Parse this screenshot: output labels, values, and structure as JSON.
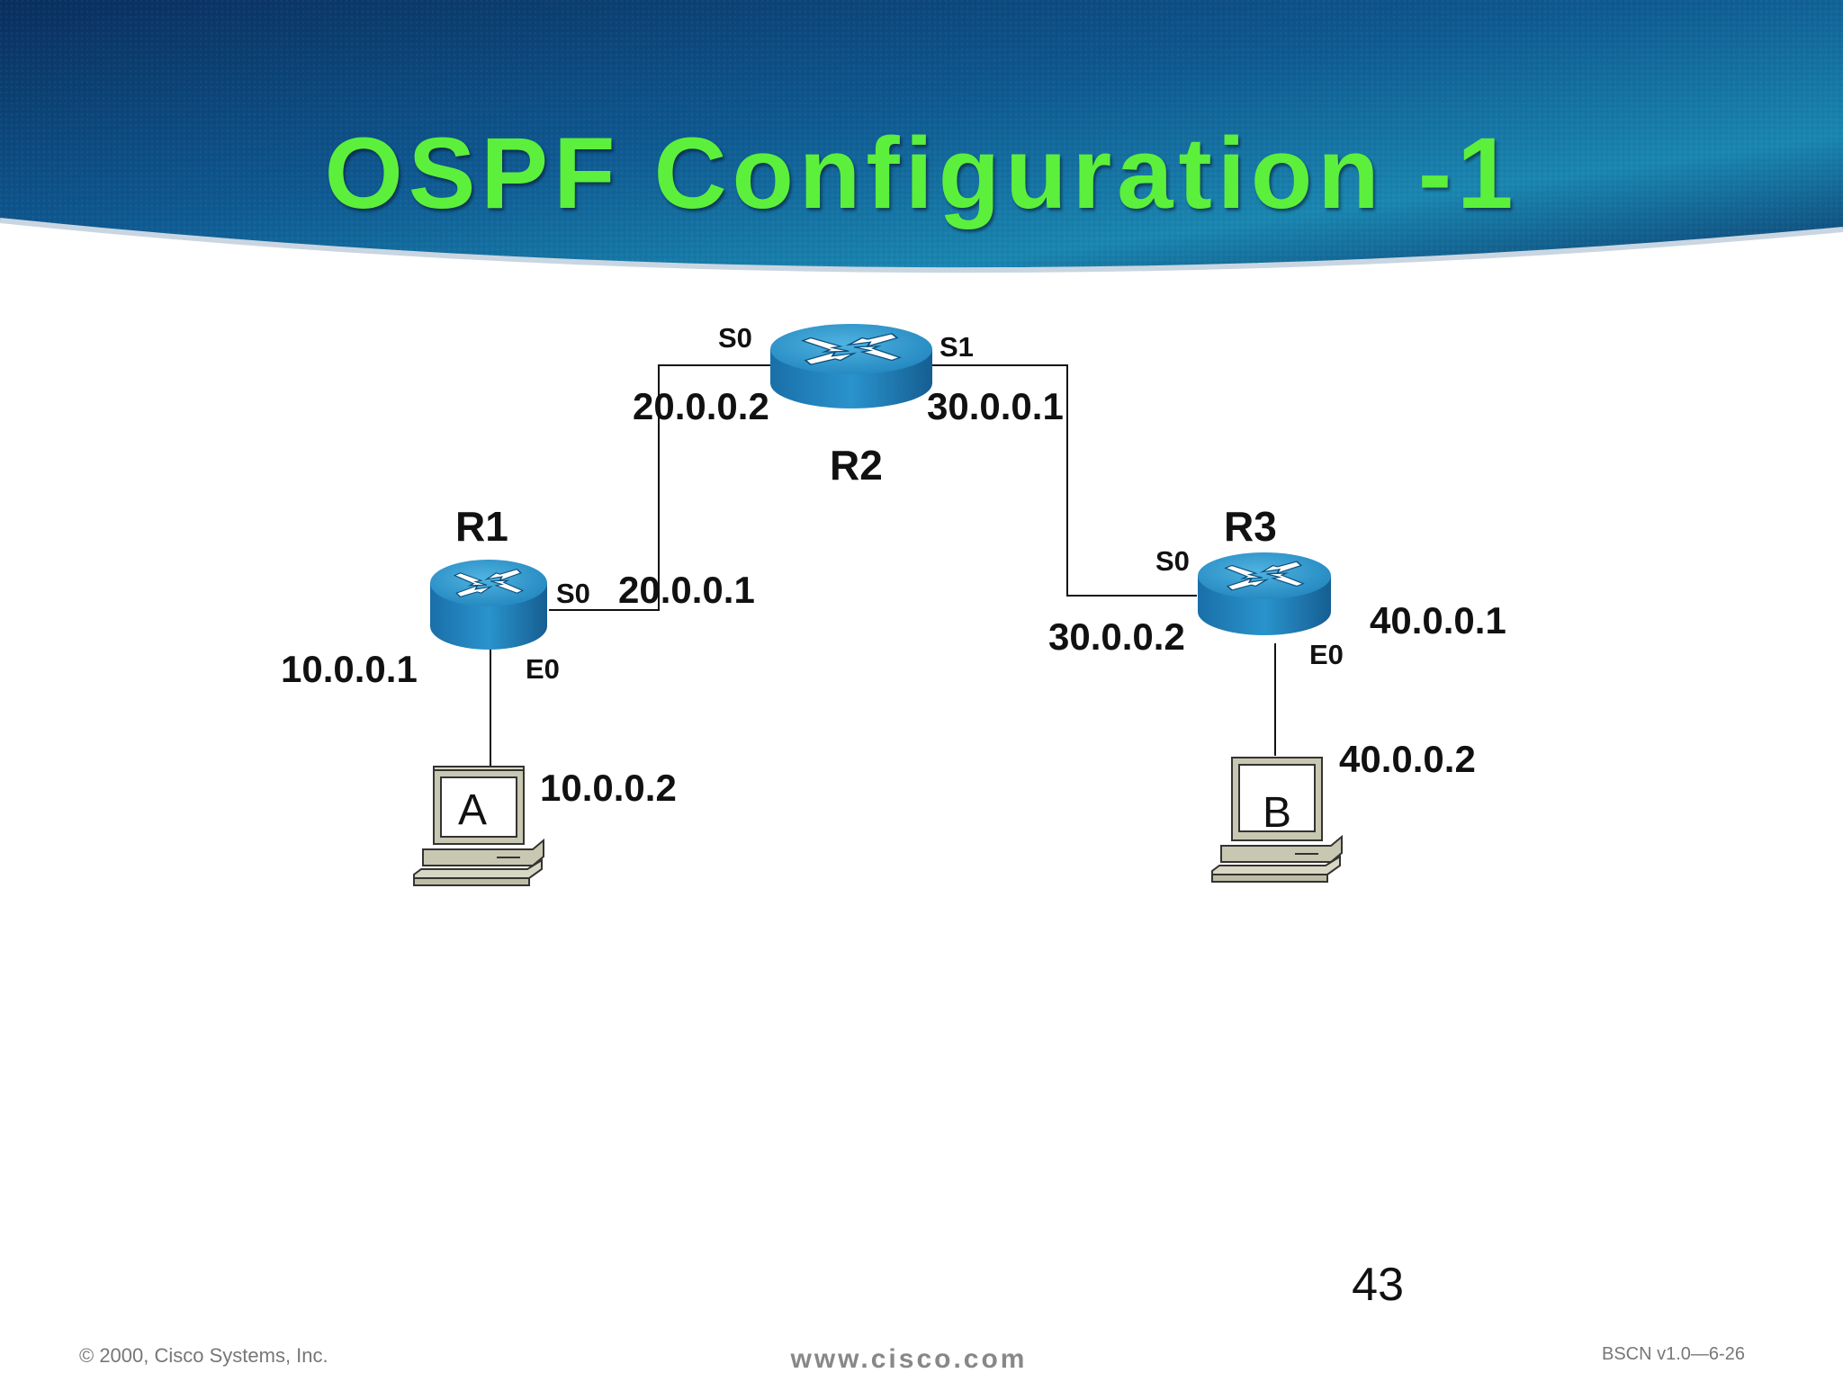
{
  "slide": {
    "title": "OSPF Configuration -1",
    "page_number": "43",
    "footer_left": "© 2000, Cisco Systems, Inc.",
    "footer_center": "www.cisco.com",
    "footer_right": "BSCN v1.0—6-26",
    "colors": {
      "title": "#5cf03c",
      "header": "#0e4e86",
      "router": "#2a8fc4"
    }
  },
  "routers": {
    "r1": {
      "name": "R1",
      "s0": "S0",
      "e0": "E0",
      "s0_ip": "20.0.0.1",
      "e0_ip": "10.0.0.1"
    },
    "r2": {
      "name": "R2",
      "s0": "S0",
      "s1": "S1",
      "s0_ip": "20.0.0.2",
      "s1_ip": "30.0.0.1"
    },
    "r3": {
      "name": "R3",
      "s0": "S0",
      "e0": "E0",
      "s0_ip": "30.0.0.2",
      "e0_ip": "40.0.0.1"
    }
  },
  "hosts": {
    "a": {
      "label": "A",
      "ip": "10.0.0.2"
    },
    "b": {
      "label": "B",
      "ip": "40.0.0.2"
    }
  },
  "icons": [
    "router-icon",
    "workstation-icon"
  ]
}
